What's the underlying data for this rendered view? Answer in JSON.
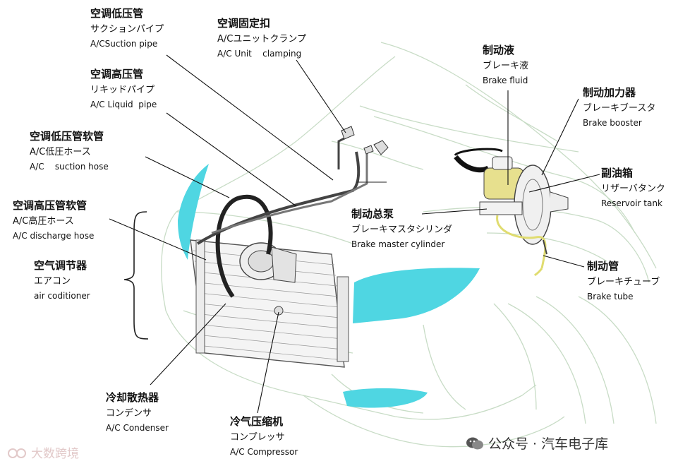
{
  "labels": {
    "ac_low_pipe": {
      "zh": "空调低压管",
      "jp": "サクションパイプ",
      "en": "A/CSuction pipe"
    },
    "ac_clamp": {
      "zh": "空调固定扣",
      "jp": "A/Cユニットクランプ",
      "en": "A/C Unit    clamping"
    },
    "ac_high_pipe": {
      "zh": "空调高压管",
      "jp": "リキッドパイプ",
      "en": "A/C Liquid  pipe"
    },
    "ac_low_hose": {
      "zh": "空调低压管软管",
      "jp": "A/C低圧ホース",
      "en": "A/C    suction hose"
    },
    "ac_high_hose": {
      "zh": "空调高压管软管",
      "jp": "A/C高圧ホース",
      "en": "A/C discharge hose"
    },
    "air_conditioner": {
      "zh": "空气调节器",
      "jp": "エアコン",
      "en": "air coditioner"
    },
    "condenser": {
      "zh": "冷却散热器",
      "jp": "コンデンサ",
      "en": "A/C Condenser"
    },
    "compressor": {
      "zh": "冷气压缩机",
      "jp": "コンプレッサ",
      "en": "A/C Compressor"
    },
    "brake_fluid": {
      "zh": "制动液",
      "jp": "ブレーキ液",
      "en": "Brake fluid"
    },
    "brake_booster": {
      "zh": "制动加力器",
      "jp": "ブレーキブースタ",
      "en": "Brake booster"
    },
    "reservoir": {
      "zh": "副油箱",
      "jp": "リザーバタンク",
      "en": "Reservoir tank"
    },
    "master_cylinder": {
      "zh": "制动总泵",
      "jp": "ブレーキマスタシリンダ",
      "en": "Brake master cylinder"
    },
    "brake_tube": {
      "zh": "制动管",
      "jp": "ブレーキチューブ",
      "en": "Brake tube"
    }
  },
  "watermark_right": "公众号 · 汽车电子库",
  "watermark_left": "大数跨境",
  "colors": {
    "light": "#4fd6e2",
    "car_line": "#c8dcc6",
    "reservoir": "#e7e08e",
    "tube": "#e0dc70",
    "leader": "#111111"
  }
}
